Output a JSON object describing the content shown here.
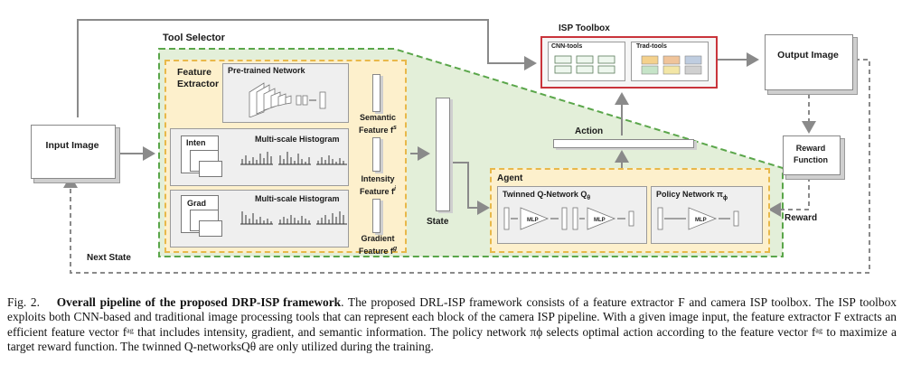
{
  "diagram": {
    "input_image": "Input Image",
    "output_image": "Output Image",
    "tool_selector": "Tool Selector",
    "feature_extractor": "Feature Extractor",
    "pretrained_network": "Pre-trained Network",
    "semantic_feature": "Semantic Feature f",
    "semantic_sup": "s",
    "inten": "Inten",
    "grad": "Grad",
    "multiscale_histogram_1": "Multi-scale Histogram",
    "multiscale_histogram_2": "Multi-scale Histogram",
    "intensity_feature": "Intensity Feature f",
    "intensity_sup": "i",
    "gradient_feature": "Gradient Feature f",
    "gradient_sup": "g",
    "state": "State",
    "action": "Action",
    "agent": "Agent",
    "twinned_q_network": "Twinned Q-Network Q",
    "q_sub": "θ",
    "policy_network": "Policy Network π",
    "pi_sub": "ϕ",
    "mlp": "MLP",
    "isp_toolbox": "ISP Toolbox",
    "cnn_tools": "CNN-tools",
    "trad_tools": "Trad-tools",
    "reward_function": "Reward Function",
    "reward": "Reward",
    "next_state": "Next State"
  },
  "colors": {
    "tool_selector_fill": "#e3efd9",
    "tool_selector_border": "#5aa64a",
    "feature_fill": "#fdf0cc",
    "feature_border": "#e8b84a",
    "isp_border": "#c9343b",
    "trad_tiles": [
      "#f4d18c",
      "#f0c49a",
      "#bfcde0",
      "#c6e4c8",
      "#f3e6a6",
      "#d0d0d0"
    ]
  },
  "caption": {
    "fig_label": "Fig. 2.",
    "title": "Overall pipeline of the proposed DRP-ISP framework",
    "body": ". The proposed DRL-ISP framework consists of a feature extractor F and camera ISP toolbox. The ISP toolbox exploits both CNN-based and traditional image processing tools that can represent each block of the camera ISP pipeline. With a given image input, the feature extractor F extracts an efficient feature vector fᵃᵍ that includes intensity, gradient, and semantic information. The policy network πϕ selects optimal action according to the feature vector fᵃᵍ to maximize a target reward function. The twinned Q-networksQθ are only utilized during the training."
  }
}
